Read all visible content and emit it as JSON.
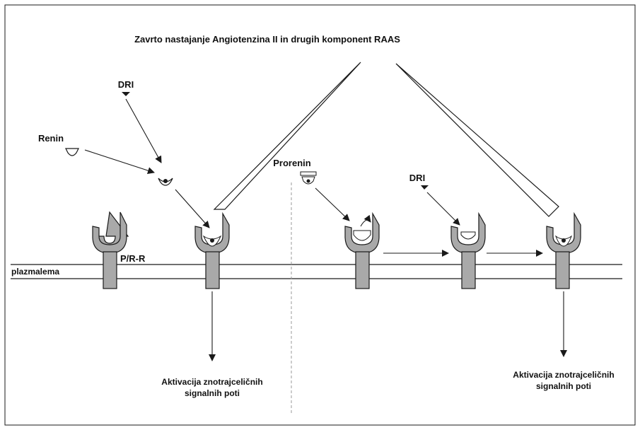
{
  "diagram": {
    "title": "Zavrto nastajanje Angiotenzina II in drugih komponent RAAS",
    "labels": {
      "dri_left": "DRI",
      "renin": "Renin",
      "prorenin": "Prorenin",
      "dri_right": "DRI",
      "receptor": "P/R-R",
      "membrane": "plazmalema"
    },
    "outcomes": [
      {
        "line1": "Aktivacija znotrajceličnih",
        "line2": "signalnih poti"
      },
      {
        "line1": "Aktivacija znotrajceličnih",
        "line2": "signalnih poti"
      }
    ],
    "colors": {
      "receptor_fill": "#a9a9a9",
      "outline": "#1a1a1a",
      "divider": "#999999",
      "background": "#ffffff"
    }
  }
}
